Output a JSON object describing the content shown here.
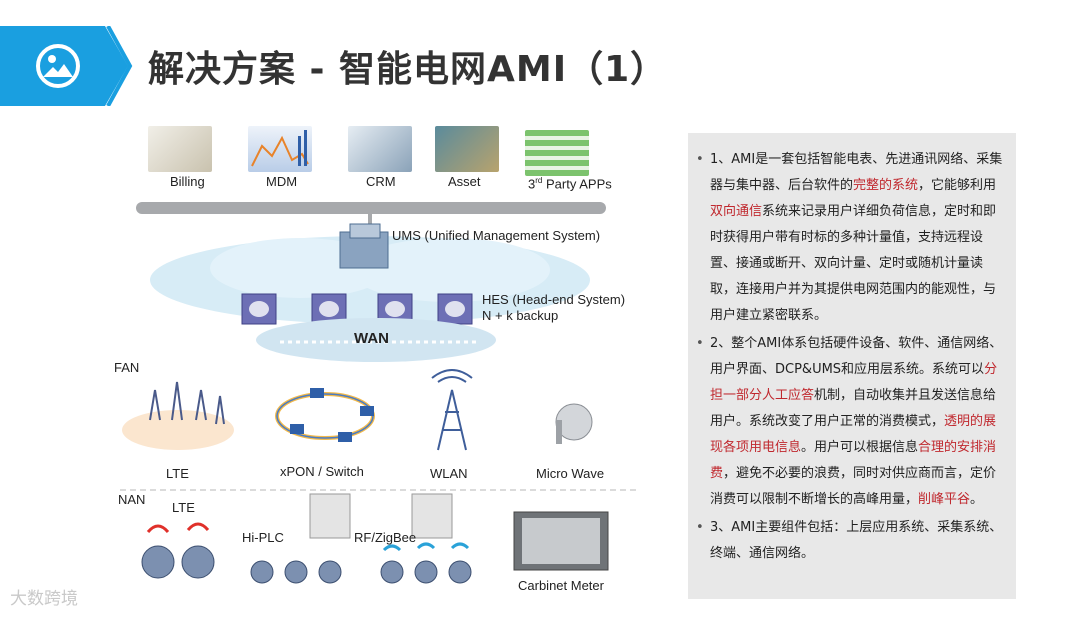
{
  "title": "解决方案 - 智能电网AMI（1）",
  "colors": {
    "accent": "#1a9fe0",
    "highlight": "#c0282e",
    "panel": "#e8e8e8"
  },
  "icons": {
    "header": "image-icon"
  },
  "diagram": {
    "apps": [
      "Billing",
      "MDM",
      "CRM",
      "Asset",
      "3",
      "rd",
      "Party APPs"
    ],
    "ums": "UMS (Unified Management System)",
    "hes_line1": "HES (Head-end System)",
    "hes_line2": "N + k backup",
    "wan": "WAN",
    "fan": "FAN",
    "fan_items": [
      "LTE",
      "xPON / Switch",
      "WLAN",
      "Micro Wave"
    ],
    "nan": "NAN",
    "nan_items": [
      "LTE",
      "Hi-PLC",
      "RF/ZigBee",
      "Carbinet Meter"
    ]
  },
  "panel": {
    "p1": [
      "1、AMI是一套包括智能电表、先进通讯网络、采集器与集中器、后台软件的",
      "完整的系统",
      "，它能够利用",
      "双向通信",
      "系统来记录用户详细负荷信息，定时和即时获得用户带有时标的多种计量值，支持远程设置、接通或断开、双向计量、定时或随机计量读取，连接用户并为其提供电网范围内的能观性，与用户建立紧密联系。"
    ],
    "p2": [
      "2、整个AMI体系包括硬件设备、软件、通信网络、用户界面、DCP&UMS和应用层系统。系统可以",
      "分担一部分人工应答",
      "机制，自动收集并且发送信息给用户。系统改变了用户正常的消费模式，",
      "透明的展现各项用电信息",
      "。用户可以根据信息",
      "合理的安排消费",
      "，避免不必要的浪费，同时对供应商而言，定价消费可以限制不断增长的高峰用量，",
      "削峰平谷",
      "。"
    ],
    "p3": "3、AMI主要组件包括：上层应用系统、采集系统、终端、通信网络。"
  },
  "watermark": "大数跨境"
}
